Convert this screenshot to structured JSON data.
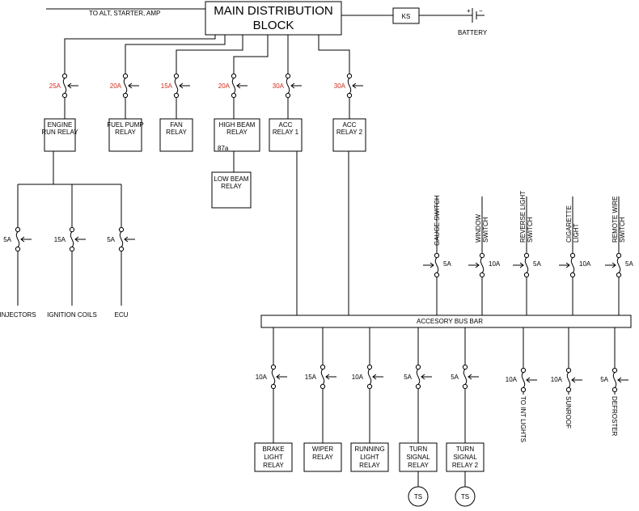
{
  "header": {
    "title_line1": "MAIN DISTRIBUTION",
    "title_line2": "BLOCK",
    "to_alt": "TO ALT, STARTER, AMP",
    "ks": "KS",
    "battery": "BATTERY",
    "plus": "+",
    "minus": "−"
  },
  "top_fuses": [
    {
      "amp": "25A",
      "l1": "ENGINE",
      "l2": "RUN RELAY"
    },
    {
      "amp": "20A",
      "l1": "FUEL PUMP",
      "l2": "RELAY"
    },
    {
      "amp": "15A",
      "l1": "FAN",
      "l2": "RELAY"
    },
    {
      "amp": "20A",
      "l1": "HIGH BEAM",
      "l2": "RELAY",
      "pin": "87a"
    },
    {
      "amp": "30A",
      "l1": "ACC",
      "l2": "RELAY 1"
    },
    {
      "amp": "30A",
      "l1": "ACC",
      "l2": "RELAY 2"
    }
  ],
  "low_beam": {
    "l1": "LOW BEAM",
    "l2": "RELAY"
  },
  "engine_branches": [
    {
      "amp": "5A",
      "label": "INJECTORS"
    },
    {
      "amp": "15A",
      "label": "IGNITION COILS"
    },
    {
      "amp": "5A",
      "label": "ECU"
    }
  ],
  "bus_bar": "ACCESORY BUS BAR",
  "upper_accessories": [
    {
      "amp": "5A",
      "label": "GAUGE SWITCH"
    },
    {
      "amp": "10A",
      "l1": "WINDOW",
      "l2": "SWITCH"
    },
    {
      "amp": "5A",
      "l1": "REVERSE LIGHT",
      "l2": "SWITCH"
    },
    {
      "amp": "10A",
      "l1": "CIGARETTE",
      "l2": "LIGHT"
    },
    {
      "amp": "5A",
      "l1": "REMOTE WIRE",
      "l2": "SWITCH"
    }
  ],
  "lower_relays": [
    {
      "amp": "10A",
      "lines": [
        "BRAKE",
        "LIGHT",
        "RELAY"
      ]
    },
    {
      "amp": "15A",
      "lines": [
        "WIPER",
        "RELAY"
      ]
    },
    {
      "amp": "10A",
      "lines": [
        "RUNNING",
        "LIGHT",
        "RELAY"
      ]
    },
    {
      "amp": "5A",
      "lines": [
        "TURN",
        "SIGNAL",
        "RELAY"
      ],
      "ts": "TS"
    },
    {
      "amp": "5A",
      "lines": [
        "TURN",
        "SIGNAL",
        "RELAY 2"
      ],
      "ts": "TS"
    }
  ],
  "lower_outputs": [
    {
      "amp": "10A",
      "label": "TO INT LIGHTS"
    },
    {
      "amp": "10A",
      "label": "SUNROOF"
    },
    {
      "amp": "5A",
      "label": "DEFROSTER"
    }
  ],
  "colors": {
    "line": "#000000",
    "top_amp": "#d42a1b"
  }
}
